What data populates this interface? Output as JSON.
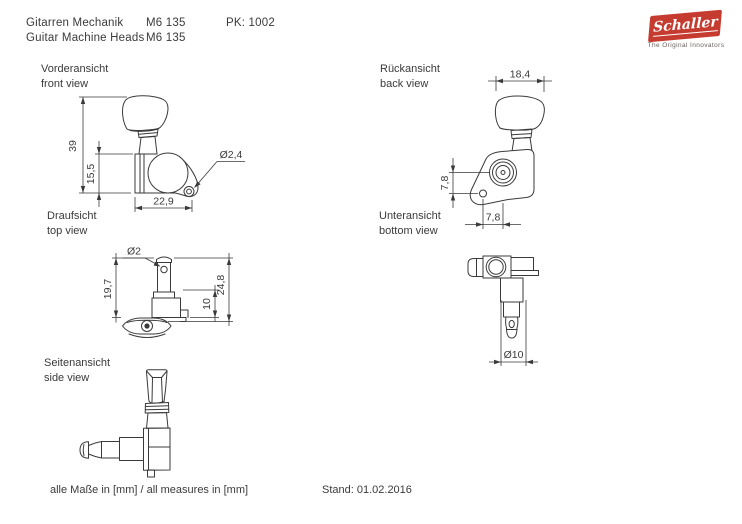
{
  "header": {
    "product_de": "Gitarren Mechanik",
    "product_en": "Guitar Machine Heads",
    "model_line1": "M6 135",
    "model_line2": "M6 135",
    "pk": "PK: 1002"
  },
  "logo": {
    "brand": "Schaller",
    "tagline": "The Original Innovators",
    "bg_color": "#c53b30"
  },
  "views": {
    "front": {
      "label_de": "Vorderansicht",
      "label_en": "front view"
    },
    "back": {
      "label_de": "Rückansicht",
      "label_en": "back view"
    },
    "top": {
      "label_de": "Draufsicht",
      "label_en": "top view"
    },
    "bottom": {
      "label_de": "Unteransicht",
      "label_en": "bottom view"
    },
    "side": {
      "label_de": "Seitenansicht",
      "label_en": "side view"
    }
  },
  "dimensions": {
    "front": {
      "total_height": "39",
      "housing_height": "15,5",
      "width": "22,9",
      "screw_hole": "Ø2,4"
    },
    "back": {
      "button_width": "18,4",
      "vertical_offset": "7,8",
      "horizontal_offset": "7,8"
    },
    "top": {
      "string_hole": "Ø2",
      "post_height": "19,7",
      "housing_depth": "10",
      "total_depth": "24,8"
    },
    "bottom": {
      "bushing_diameter": "Ø10"
    }
  },
  "footer": {
    "units_note": "alle Maße in [mm] / all measures in [mm]",
    "date": "Stand: 01.02.2016"
  },
  "line_color": "#3a3a3a"
}
